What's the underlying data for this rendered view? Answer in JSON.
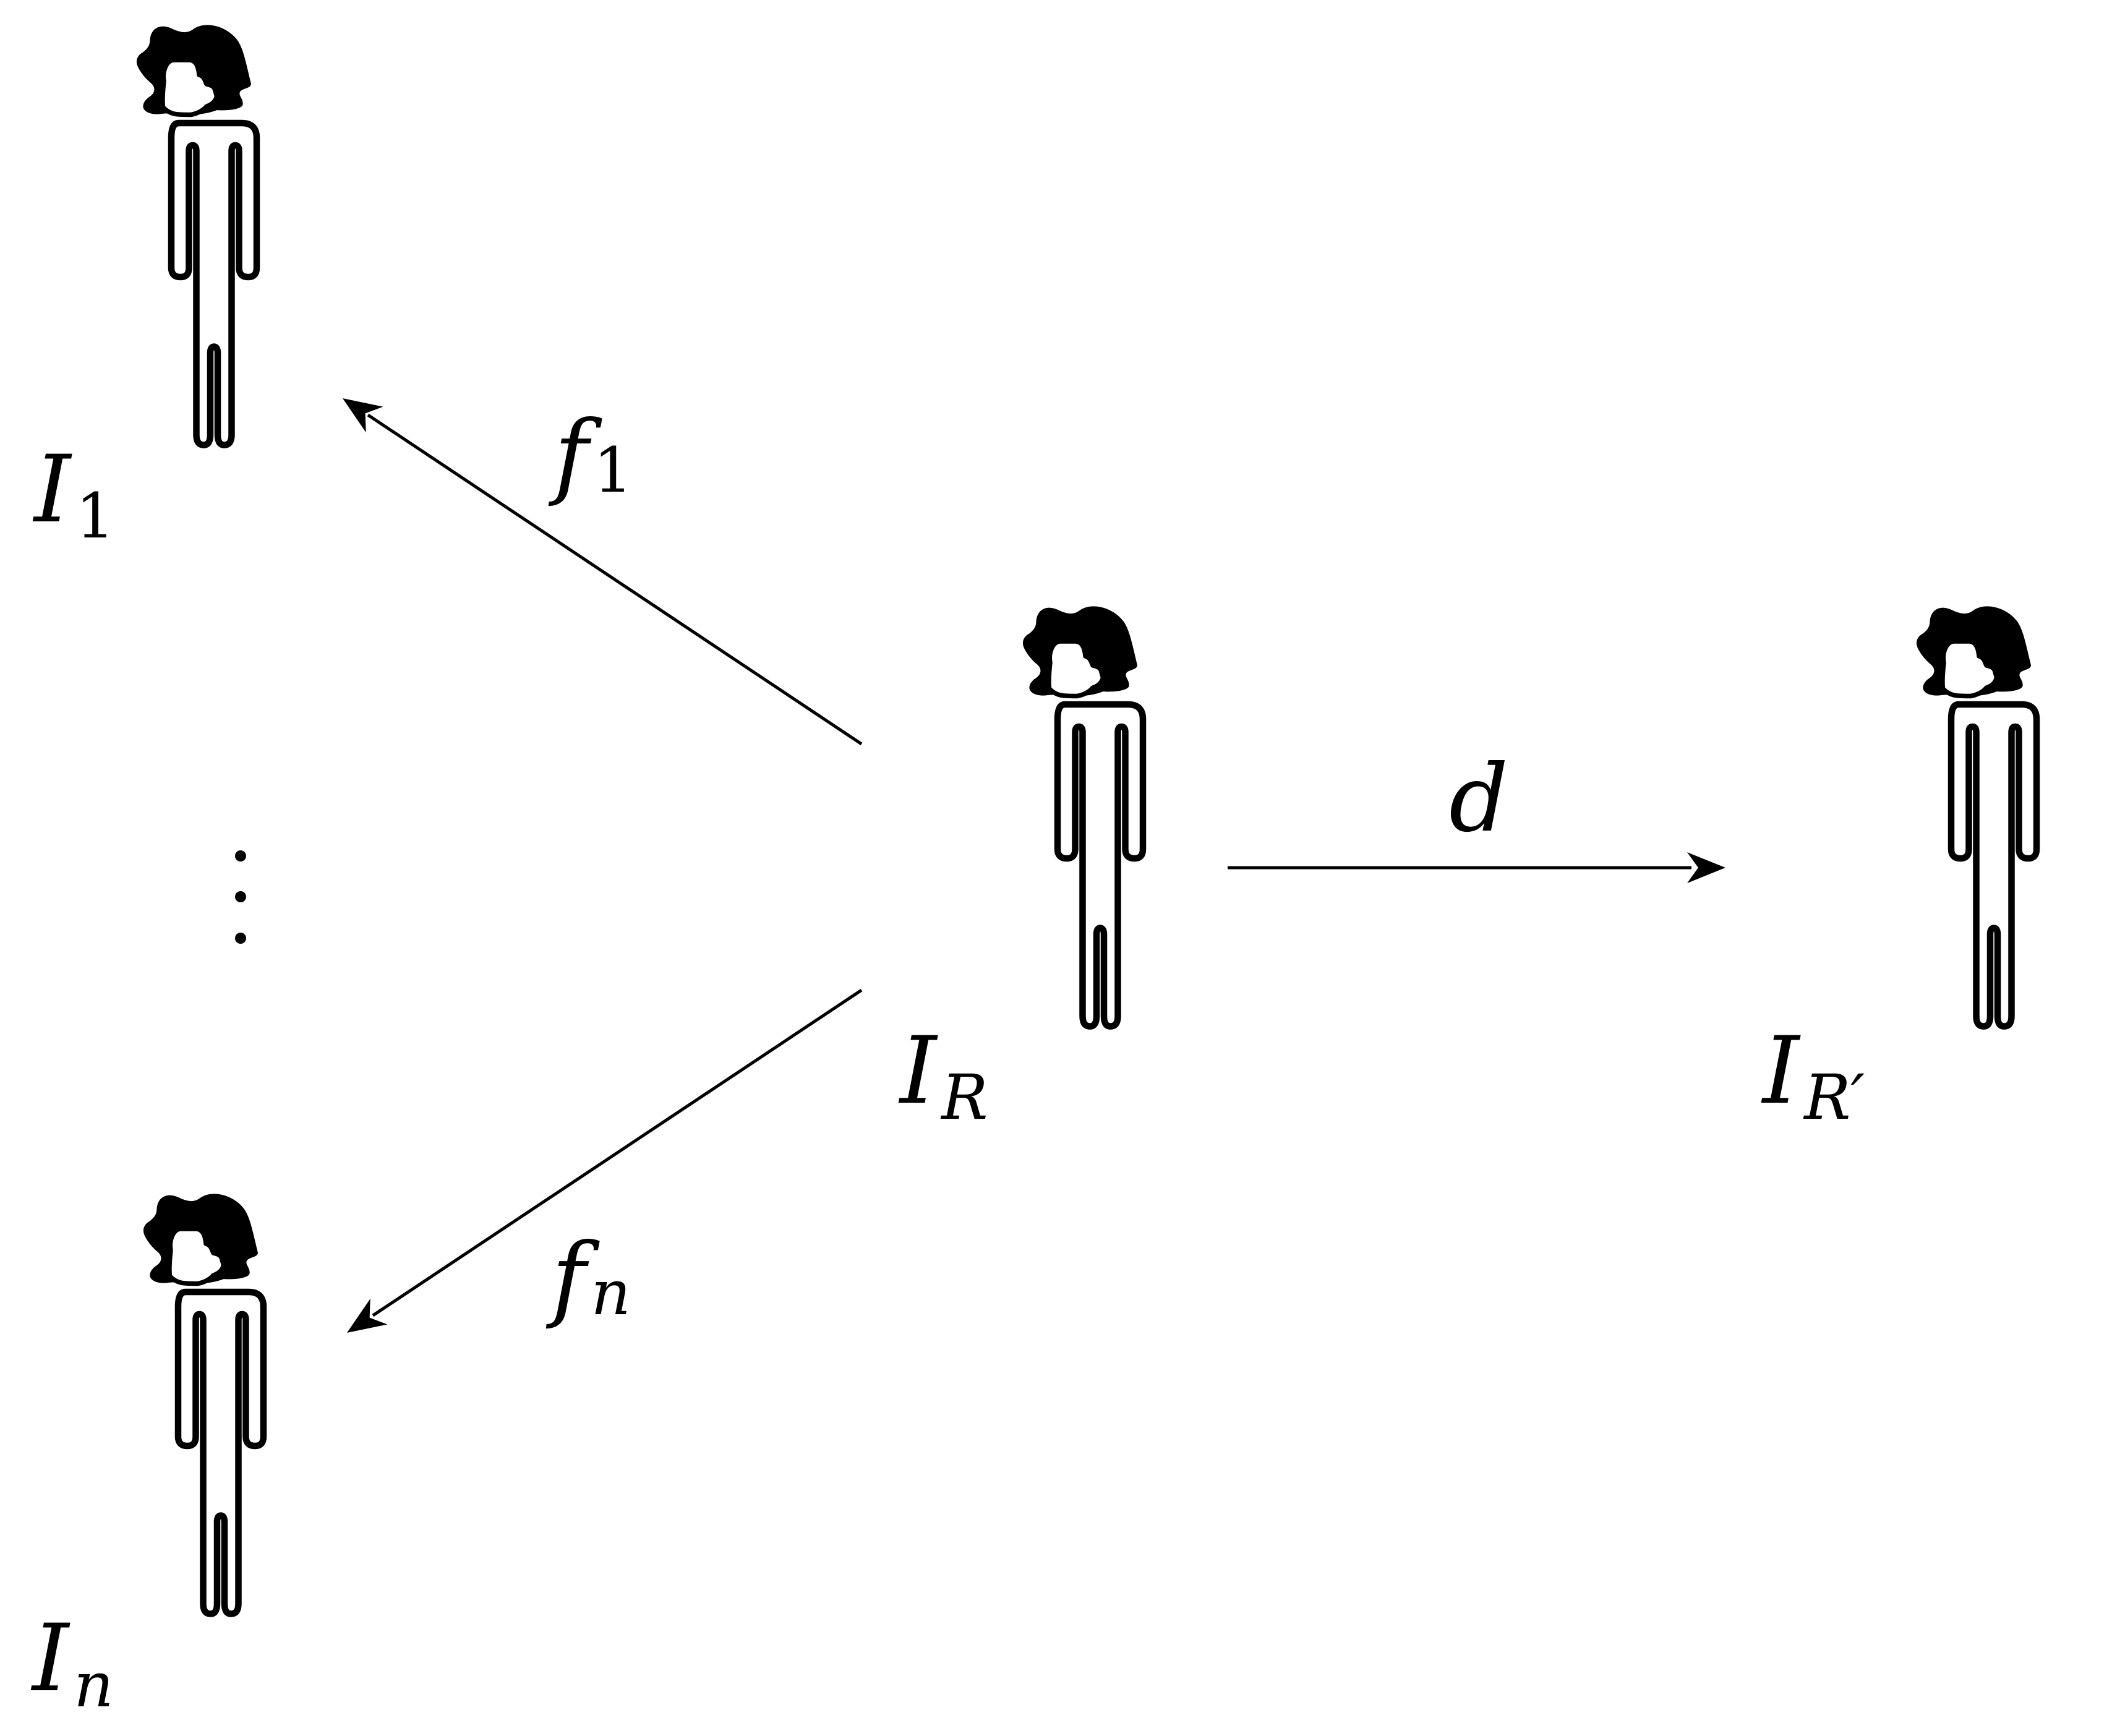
{
  "nodes": {
    "i1": {
      "label": "I",
      "sub": "1"
    },
    "in": {
      "label": "I",
      "sub": "n"
    },
    "ir": {
      "label": "I",
      "sub": "R"
    },
    "irp": {
      "label": "I",
      "sub": "R′"
    }
  },
  "edges": {
    "f1": {
      "label": "f",
      "sub": "1"
    },
    "fn": {
      "label": "f",
      "sub": "n"
    },
    "d": {
      "label": "d"
    }
  },
  "ellipsis": "⋮",
  "colors": {
    "ink": "#000000",
    "background": "#ffffff"
  },
  "icons": {
    "person": "person-icon"
  }
}
